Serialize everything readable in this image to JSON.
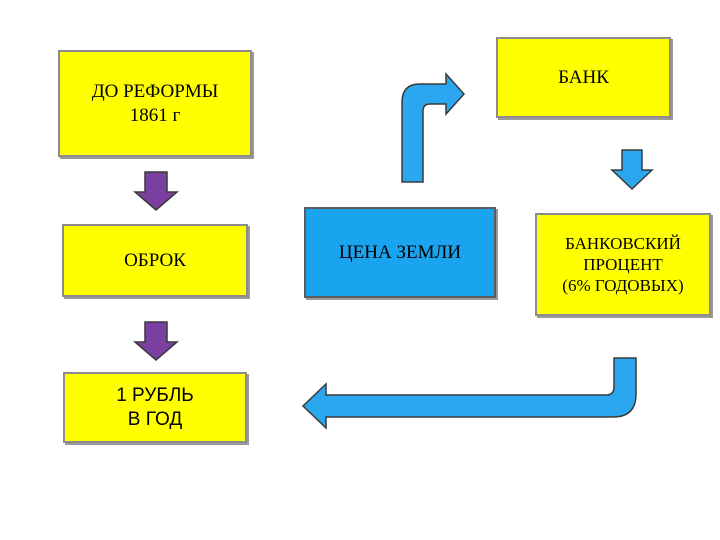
{
  "nodes": {
    "before_reform": "ДО РЕФОРМЫ\n1861 г",
    "obrok": "ОБРОК",
    "one_ruble": "1 РУБЛЬ\nВ ГОД",
    "land_price": "ЦЕНА ЗЕМЛИ",
    "bank": "БАНК",
    "bank_interest": "БАНКОВСКИЙ\nПРОЦЕНТ\n(6% ГОДОВЫХ)"
  },
  "colors": {
    "yellow_box": "#ffff00",
    "blue_box": "#1aa3ee",
    "purple_arrow": "#7a3fa0",
    "blue_arrow": "#2aa7ee"
  }
}
